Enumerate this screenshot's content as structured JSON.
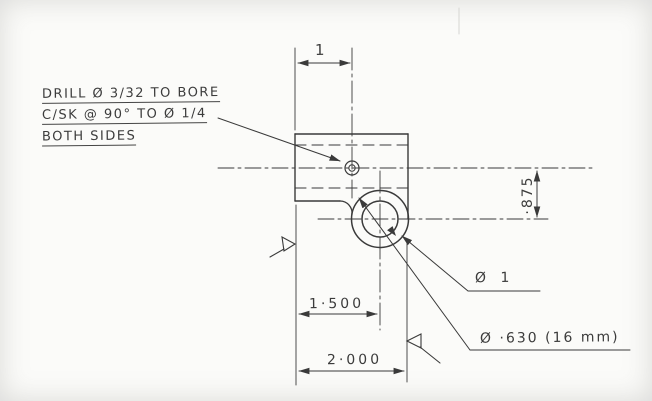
{
  "drawing_type": "engineering-part-drawing",
  "note": {
    "line1": "DRILL Ø 3/32 TO BORE",
    "line2": "C/SK @ 90° TO Ø 1/4",
    "line3": "BOTH SIDES"
  },
  "dimensions": {
    "hole_from_left_edge": "1",
    "hole_to_boss_center": "·875",
    "boss_center_from_left": "1·500",
    "overall_width": "2·000",
    "boss_diameter": "Ø 1",
    "bore_diameter": "Ø ·630 (16 mm)"
  },
  "colors": {
    "ink": "#3a3a3a",
    "paper": "#fbfbf9"
  }
}
